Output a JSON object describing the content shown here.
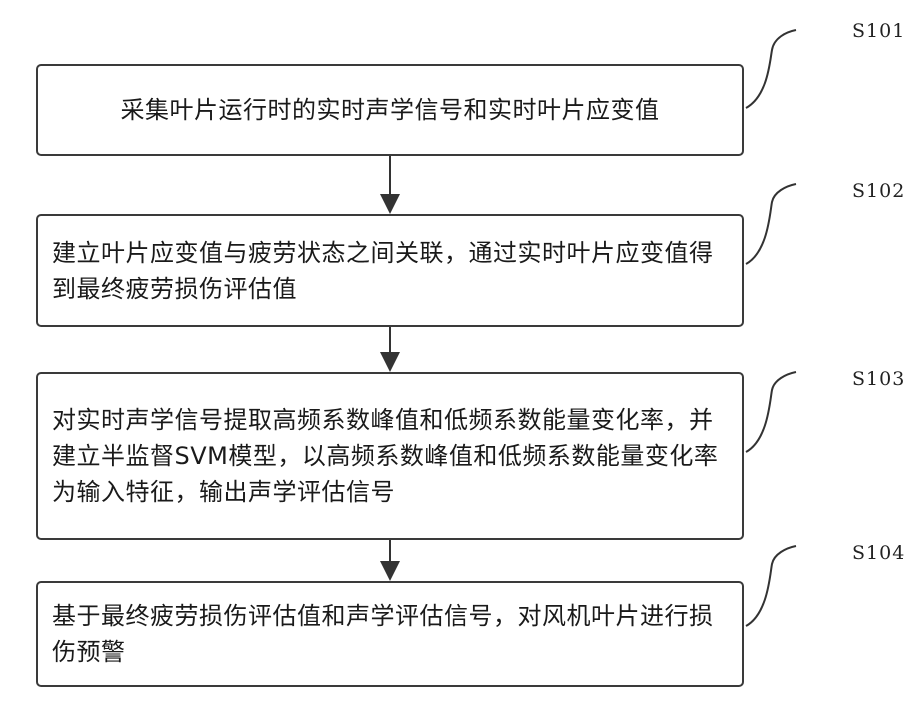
{
  "steps": [
    {
      "id": "S101",
      "text": "采集叶片运行时的实时声学信号和实时叶片应变值"
    },
    {
      "id": "S102",
      "text": "建立叶片应变值与疲劳状态之间关联，通过实时叶片应变值得到最终疲劳损伤评估值"
    },
    {
      "id": "S103",
      "text": "对实时声学信号提取高频系数峰值和低频系数能量变化率，并建立半监督SVM模型，以高频系数峰值和低频系数能量变化率为输入特征，输出声学评估信号"
    },
    {
      "id": "S104",
      "text": "基于最终疲劳损伤评估值和声学评估信号，对风机叶片进行损伤预警"
    }
  ]
}
